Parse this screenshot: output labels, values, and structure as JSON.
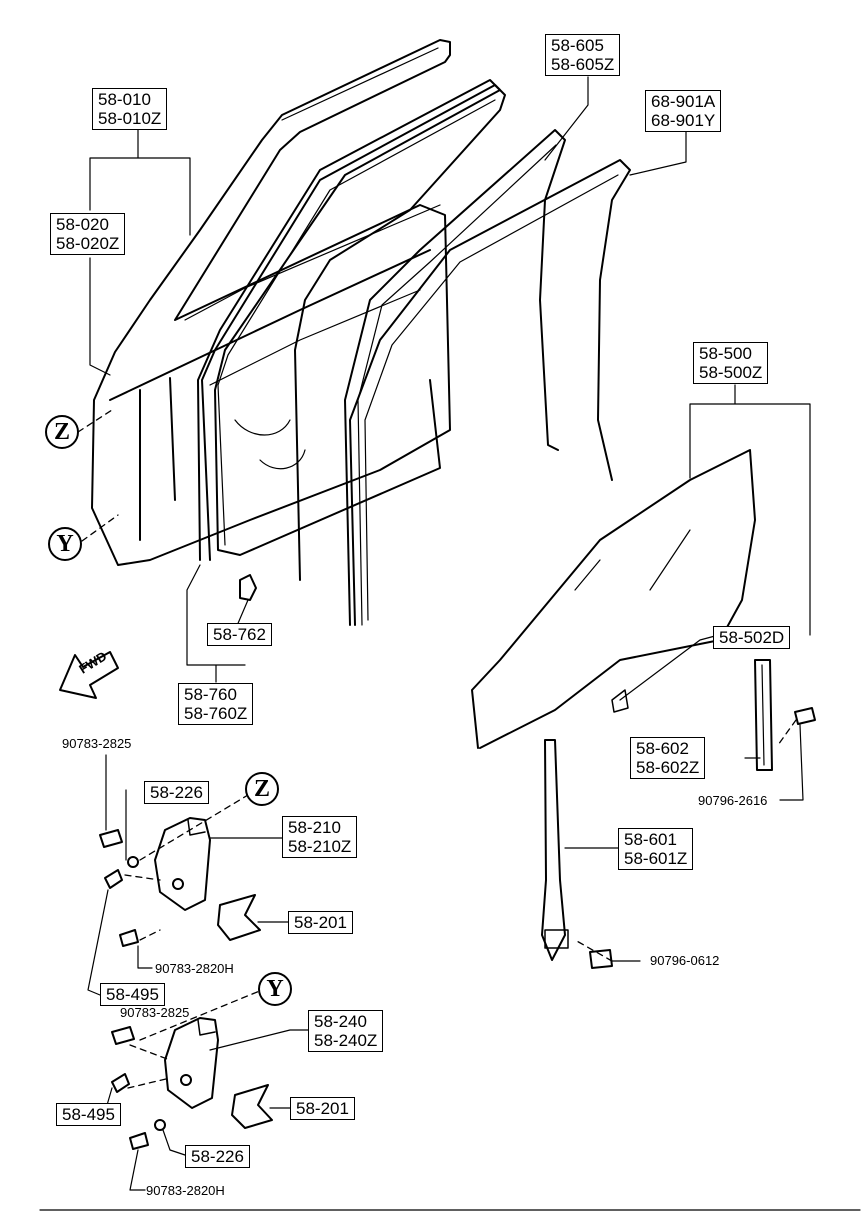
{
  "callouts": {
    "door_shell": [
      "58-010",
      "58-010Z"
    ],
    "door_shell_alt": [
      "58-020",
      "58-020Z"
    ],
    "weatherstrip_inner": [
      "58-605",
      "58-605Z"
    ],
    "weatherstrip_outer": [
      "68-901A",
      "68-901Y"
    ],
    "glass_assembly": [
      "58-500",
      "58-500Z"
    ],
    "glass_clip": "58-502D",
    "door_seal": [
      "58-760",
      "58-760Z"
    ],
    "clip": "58-762",
    "upper_hinge": [
      "58-210",
      "58-210Z"
    ],
    "lower_hinge": [
      "58-240",
      "58-240Z"
    ],
    "hinge_shim_upper": "58-201",
    "hinge_shim_lower": "58-201",
    "washer_upper": "58-226",
    "washer_lower": "58-226",
    "bolt_upper": "58-495",
    "bolt_lower": "58-495",
    "front_channel": [
      "58-602",
      "58-602Z"
    ],
    "rear_channel": [
      "58-601",
      "58-601Z"
    ]
  },
  "part_numbers": {
    "bolt_a_upper": "90783-2825",
    "bolt_a_lower": "90783-2825",
    "bolt_b_upper": "90783-2820H",
    "bolt_b_lower": "90783-2820H",
    "screw_front_channel": "90796-2616",
    "screw_rear_channel": "90796-0612"
  },
  "view_markers": {
    "z_door": "Z",
    "y_door": "Y",
    "z_hinge": "Z",
    "y_hinge": "Y"
  },
  "direction": "FWD"
}
